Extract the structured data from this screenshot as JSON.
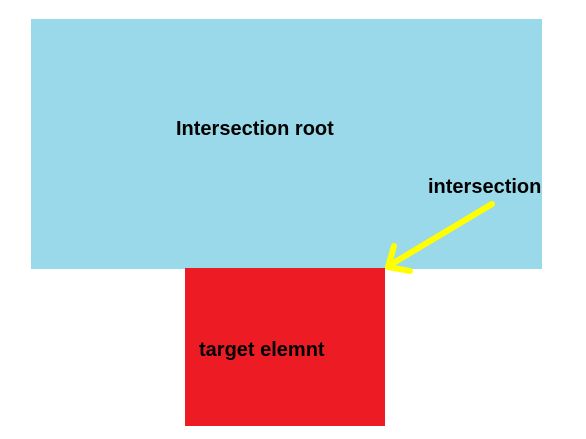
{
  "diagram": {
    "root_label": "Intersection root",
    "target_label": "target elemnt",
    "intersection_label": "intersection"
  },
  "colors": {
    "root_fill": "#99d9ea",
    "target_fill": "#ed1c24",
    "arrow": "#ffff00",
    "text": "#000000"
  },
  "icons": {
    "pointer": "arrow-icon"
  }
}
